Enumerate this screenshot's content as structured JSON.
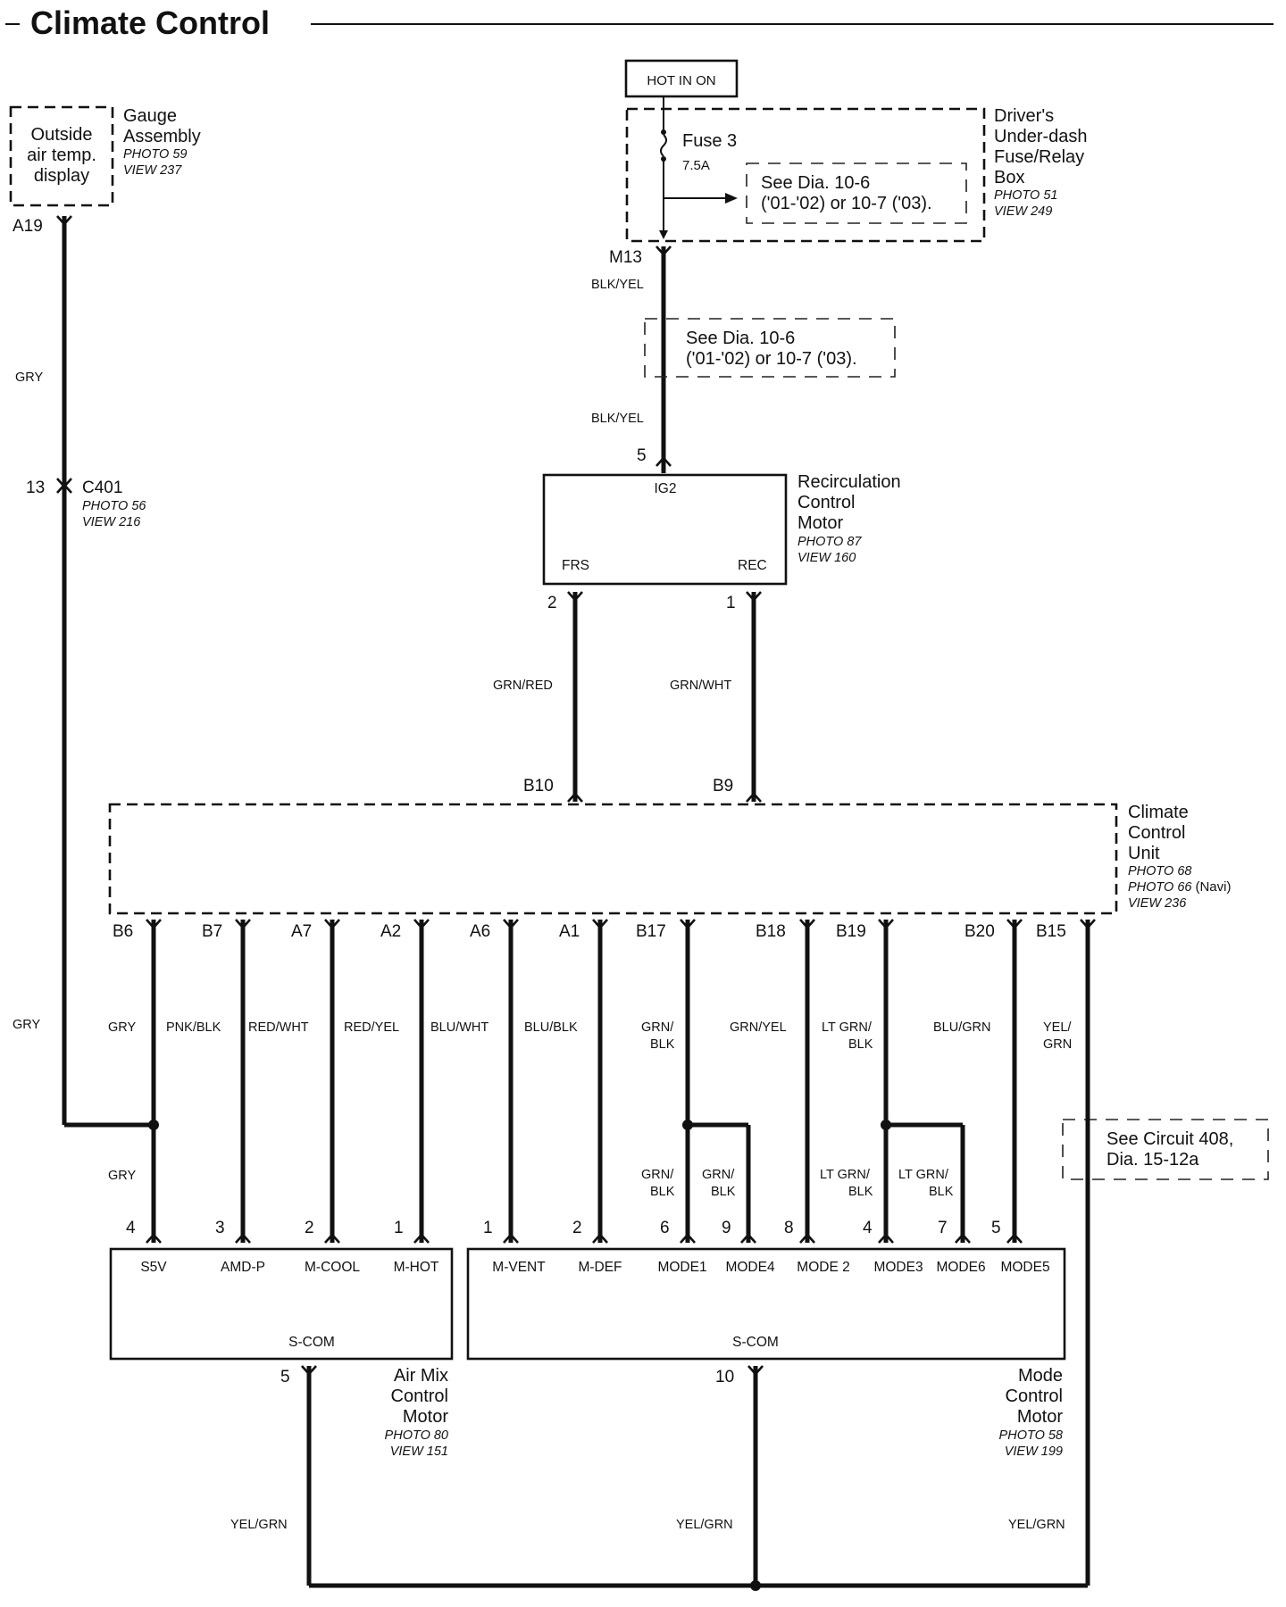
{
  "title": "Climate Control",
  "power": {
    "label": "HOT IN ON"
  },
  "fuse_box": {
    "name": [
      "Driver's",
      "Under-dash",
      "Fuse/Relay",
      "Box"
    ],
    "photo": "PHOTO 51",
    "view": "VIEW 249",
    "fuse_name": "Fuse 3",
    "fuse_rating": "7.5A",
    "note": [
      "See Dia. 10-6",
      "('01-'02) or 10-7 ('03)."
    ]
  },
  "gauge": {
    "name": [
      "Gauge",
      "Assembly"
    ],
    "photo": "PHOTO 59",
    "view": "VIEW 237",
    "display": [
      "Outside",
      "air temp.",
      "display"
    ],
    "pin": "A19"
  },
  "gry_wire": {
    "color_top": "GRY",
    "connector_pin": "13",
    "connector": "C401",
    "connector_photo": "PHOTO 56",
    "connector_view": "VIEW 216",
    "color_bottom": "GRY"
  },
  "supply": {
    "pin": "M13",
    "color_top": "BLK/YEL",
    "note": [
      "See Dia. 10-6",
      "('01-'02) or 10-7 ('03)."
    ],
    "color_bottom": "BLK/YEL",
    "motor_pin": "5"
  },
  "recirc": {
    "name": [
      "Recirculation",
      "Control",
      "Motor"
    ],
    "photo": "PHOTO 87",
    "view": "VIEW 160",
    "terminals": {
      "ig2": "IG2",
      "frs": "FRS",
      "rec": "REC"
    },
    "pins": {
      "frs": "2",
      "rec": "1"
    },
    "wires": {
      "frs": "GRN/RED",
      "rec": "GRN/WHT"
    },
    "unit_pins": {
      "frs": "B10",
      "rec": "B9"
    }
  },
  "ccu": {
    "name": [
      "Climate",
      "Control",
      "Unit"
    ],
    "photo": "PHOTO 68",
    "photo_navi": "PHOTO 66",
    "photo_navi_suffix": "(Navi)",
    "view": "VIEW 236",
    "bottom_pins": [
      {
        "pin": "B6",
        "color": [
          "GRY"
        ]
      },
      {
        "pin": "B7",
        "color": [
          "PNK/BLK"
        ]
      },
      {
        "pin": "A7",
        "color": [
          "RED/WHT"
        ]
      },
      {
        "pin": "A2",
        "color": [
          "RED/YEL"
        ]
      },
      {
        "pin": "A6",
        "color": [
          "BLU/WHT"
        ]
      },
      {
        "pin": "A1",
        "color": [
          "BLU/BLK"
        ]
      },
      {
        "pin": "B17",
        "color": [
          "GRN/",
          "BLK"
        ]
      },
      {
        "pin": "B18",
        "color": [
          "GRN/YEL"
        ]
      },
      {
        "pin": "B19",
        "color": [
          "LT GRN/",
          "BLK"
        ]
      },
      {
        "pin": "B20",
        "color": [
          "BLU/GRN"
        ]
      },
      {
        "pin": "B15",
        "color": [
          "YEL/",
          "GRN"
        ]
      }
    ]
  },
  "branches": {
    "b6_down": "GRY",
    "b17_left": [
      "GRN/",
      "BLK"
    ],
    "b17_right": [
      "GRN/",
      "BLK"
    ],
    "b19_left": [
      "LT GRN/",
      "BLK"
    ],
    "b19_right": [
      "LT GRN/",
      "BLK"
    ]
  },
  "circuit_note": [
    "See Circuit 408,",
    "Dia. 15-12a"
  ],
  "air_mix": {
    "name": [
      "Air Mix",
      "Control",
      "Motor"
    ],
    "photo": "PHOTO 80",
    "view": "VIEW 151",
    "terminals": [
      {
        "pin": "4",
        "term": "S5V"
      },
      {
        "pin": "3",
        "term": "AMD-P"
      },
      {
        "pin": "2",
        "term": "M-COOL"
      },
      {
        "pin": "1",
        "term": "M-HOT"
      }
    ],
    "scom": "S-COM",
    "scom_pin": "5"
  },
  "mode": {
    "name": [
      "Mode",
      "Control",
      "Motor"
    ],
    "photo": "PHOTO 58",
    "view": "VIEW 199",
    "terminals": [
      {
        "pin": "1",
        "term": "M-VENT"
      },
      {
        "pin": "2",
        "term": "M-DEF"
      },
      {
        "pin": "6",
        "term": "MODE1"
      },
      {
        "pin": "9",
        "term": "MODE4"
      },
      {
        "pin": "8",
        "term": "MODE 2"
      },
      {
        "pin": "4",
        "term": "MODE3"
      },
      {
        "pin": "7",
        "term": "MODE6"
      },
      {
        "pin": "5",
        "term": "MODE5"
      }
    ],
    "scom": "S-COM",
    "scom_pin": "10"
  },
  "ground_wires": {
    "left": "YEL/GRN",
    "middle": "YEL/GRN",
    "right": "YEL/GRN"
  }
}
